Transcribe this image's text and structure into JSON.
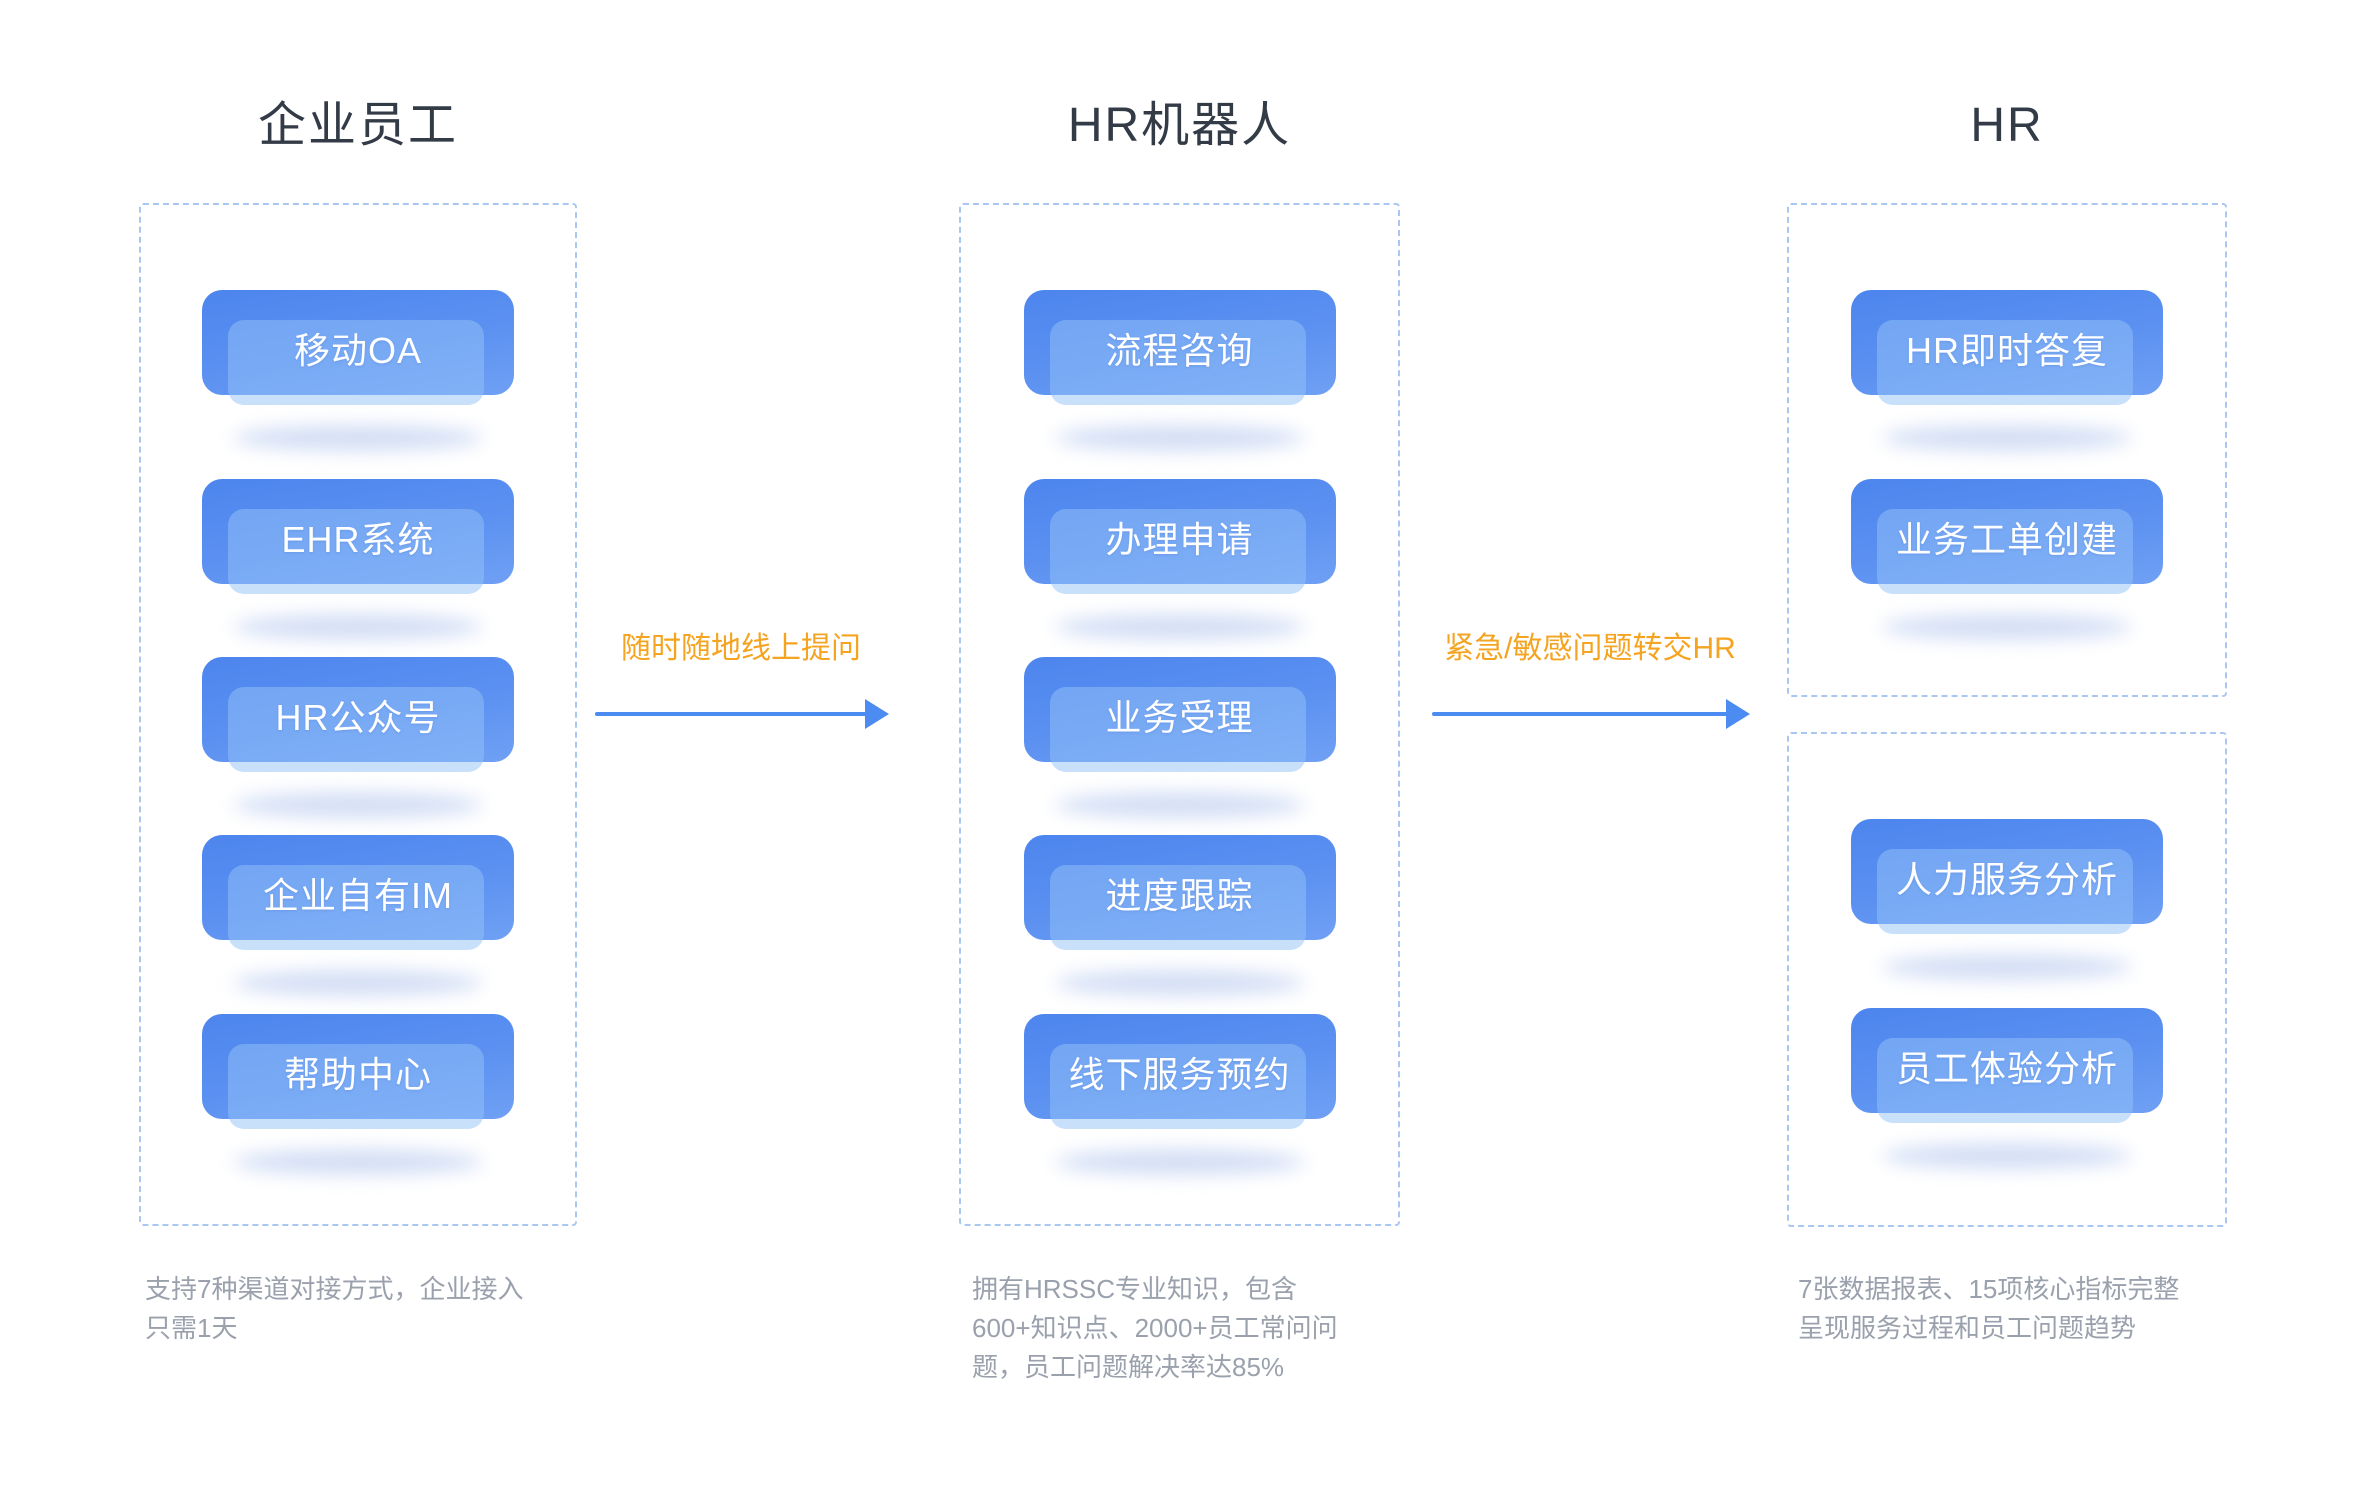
{
  "columns": [
    {
      "title": "企业员工",
      "items": [
        "移动OA",
        "EHR系统",
        "HR公众号",
        "企业自有IM",
        "帮助中心"
      ],
      "caption": "支持7种渠道对接方式，企业接入\n只需1天"
    },
    {
      "title": "HR机器人",
      "items": [
        "流程咨询",
        "办理申请",
        "业务受理",
        "进度跟踪",
        "线下服务预约"
      ],
      "caption": "拥有HRSSC专业知识，包含\n600+知识点、2000+员工常问问\n题，员工问题解决率达85%"
    },
    {
      "title": "HR",
      "groups": [
        [
          "HR即时答复",
          "业务工单创建"
        ],
        [
          "人力服务分析",
          "员工体验分析"
        ]
      ],
      "caption": "7张数据报表、15项核心指标完整\n呈现服务过程和员工问题趋势"
    }
  ],
  "arrows": [
    {
      "label": "随时随地线上提问"
    },
    {
      "label": "紧急/敏感问题转交HR"
    }
  ],
  "colors": {
    "node_blue_top": "#4c85ee",
    "node_blue_bottom": "#6fa0f4",
    "node_overlay": "#94c1f8",
    "dashed_border": "#a9c7f1",
    "arrow_blue": "#4c8bf1",
    "arrow_label_orange": "#f5a421",
    "heading_dark": "#333b47",
    "caption_gray": "#9aa1ad"
  }
}
